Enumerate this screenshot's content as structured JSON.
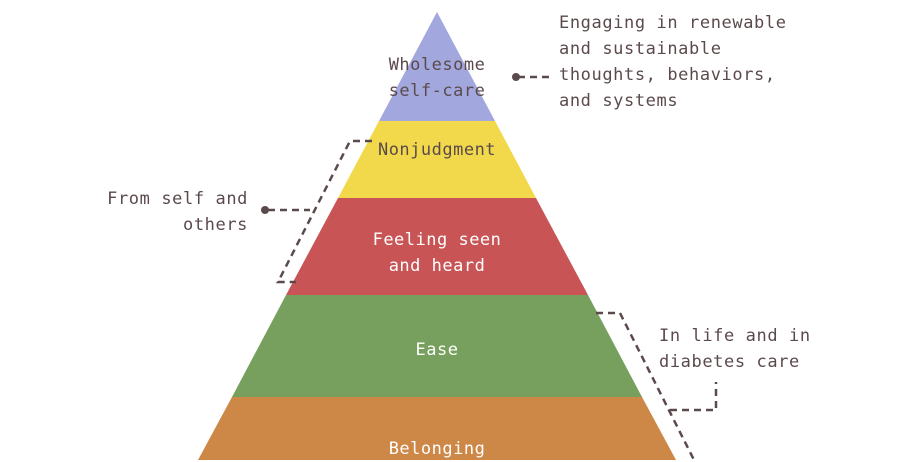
{
  "levels": [
    {
      "label": "Wholesome self-care",
      "color": "#a2a8de",
      "text_color": "#5b4a4c"
    },
    {
      "label": "Nonjudgment",
      "color": "#f2d94b",
      "text_color": "#5b4a4c"
    },
    {
      "label": "Feeling seen and heard",
      "color": "#c85456",
      "text_color": "#ffffff"
    },
    {
      "label": "Ease",
      "color": "#77a05e",
      "text_color": "#ffffff"
    },
    {
      "label": "Belonging",
      "color": "#cd8746",
      "text_color": "#ffffff"
    }
  ],
  "annotations": {
    "top": "Engaging in renewable and sustainable thoughts, behaviors, and systems",
    "left": "From self and others",
    "right": "In life and in diabetes care"
  }
}
